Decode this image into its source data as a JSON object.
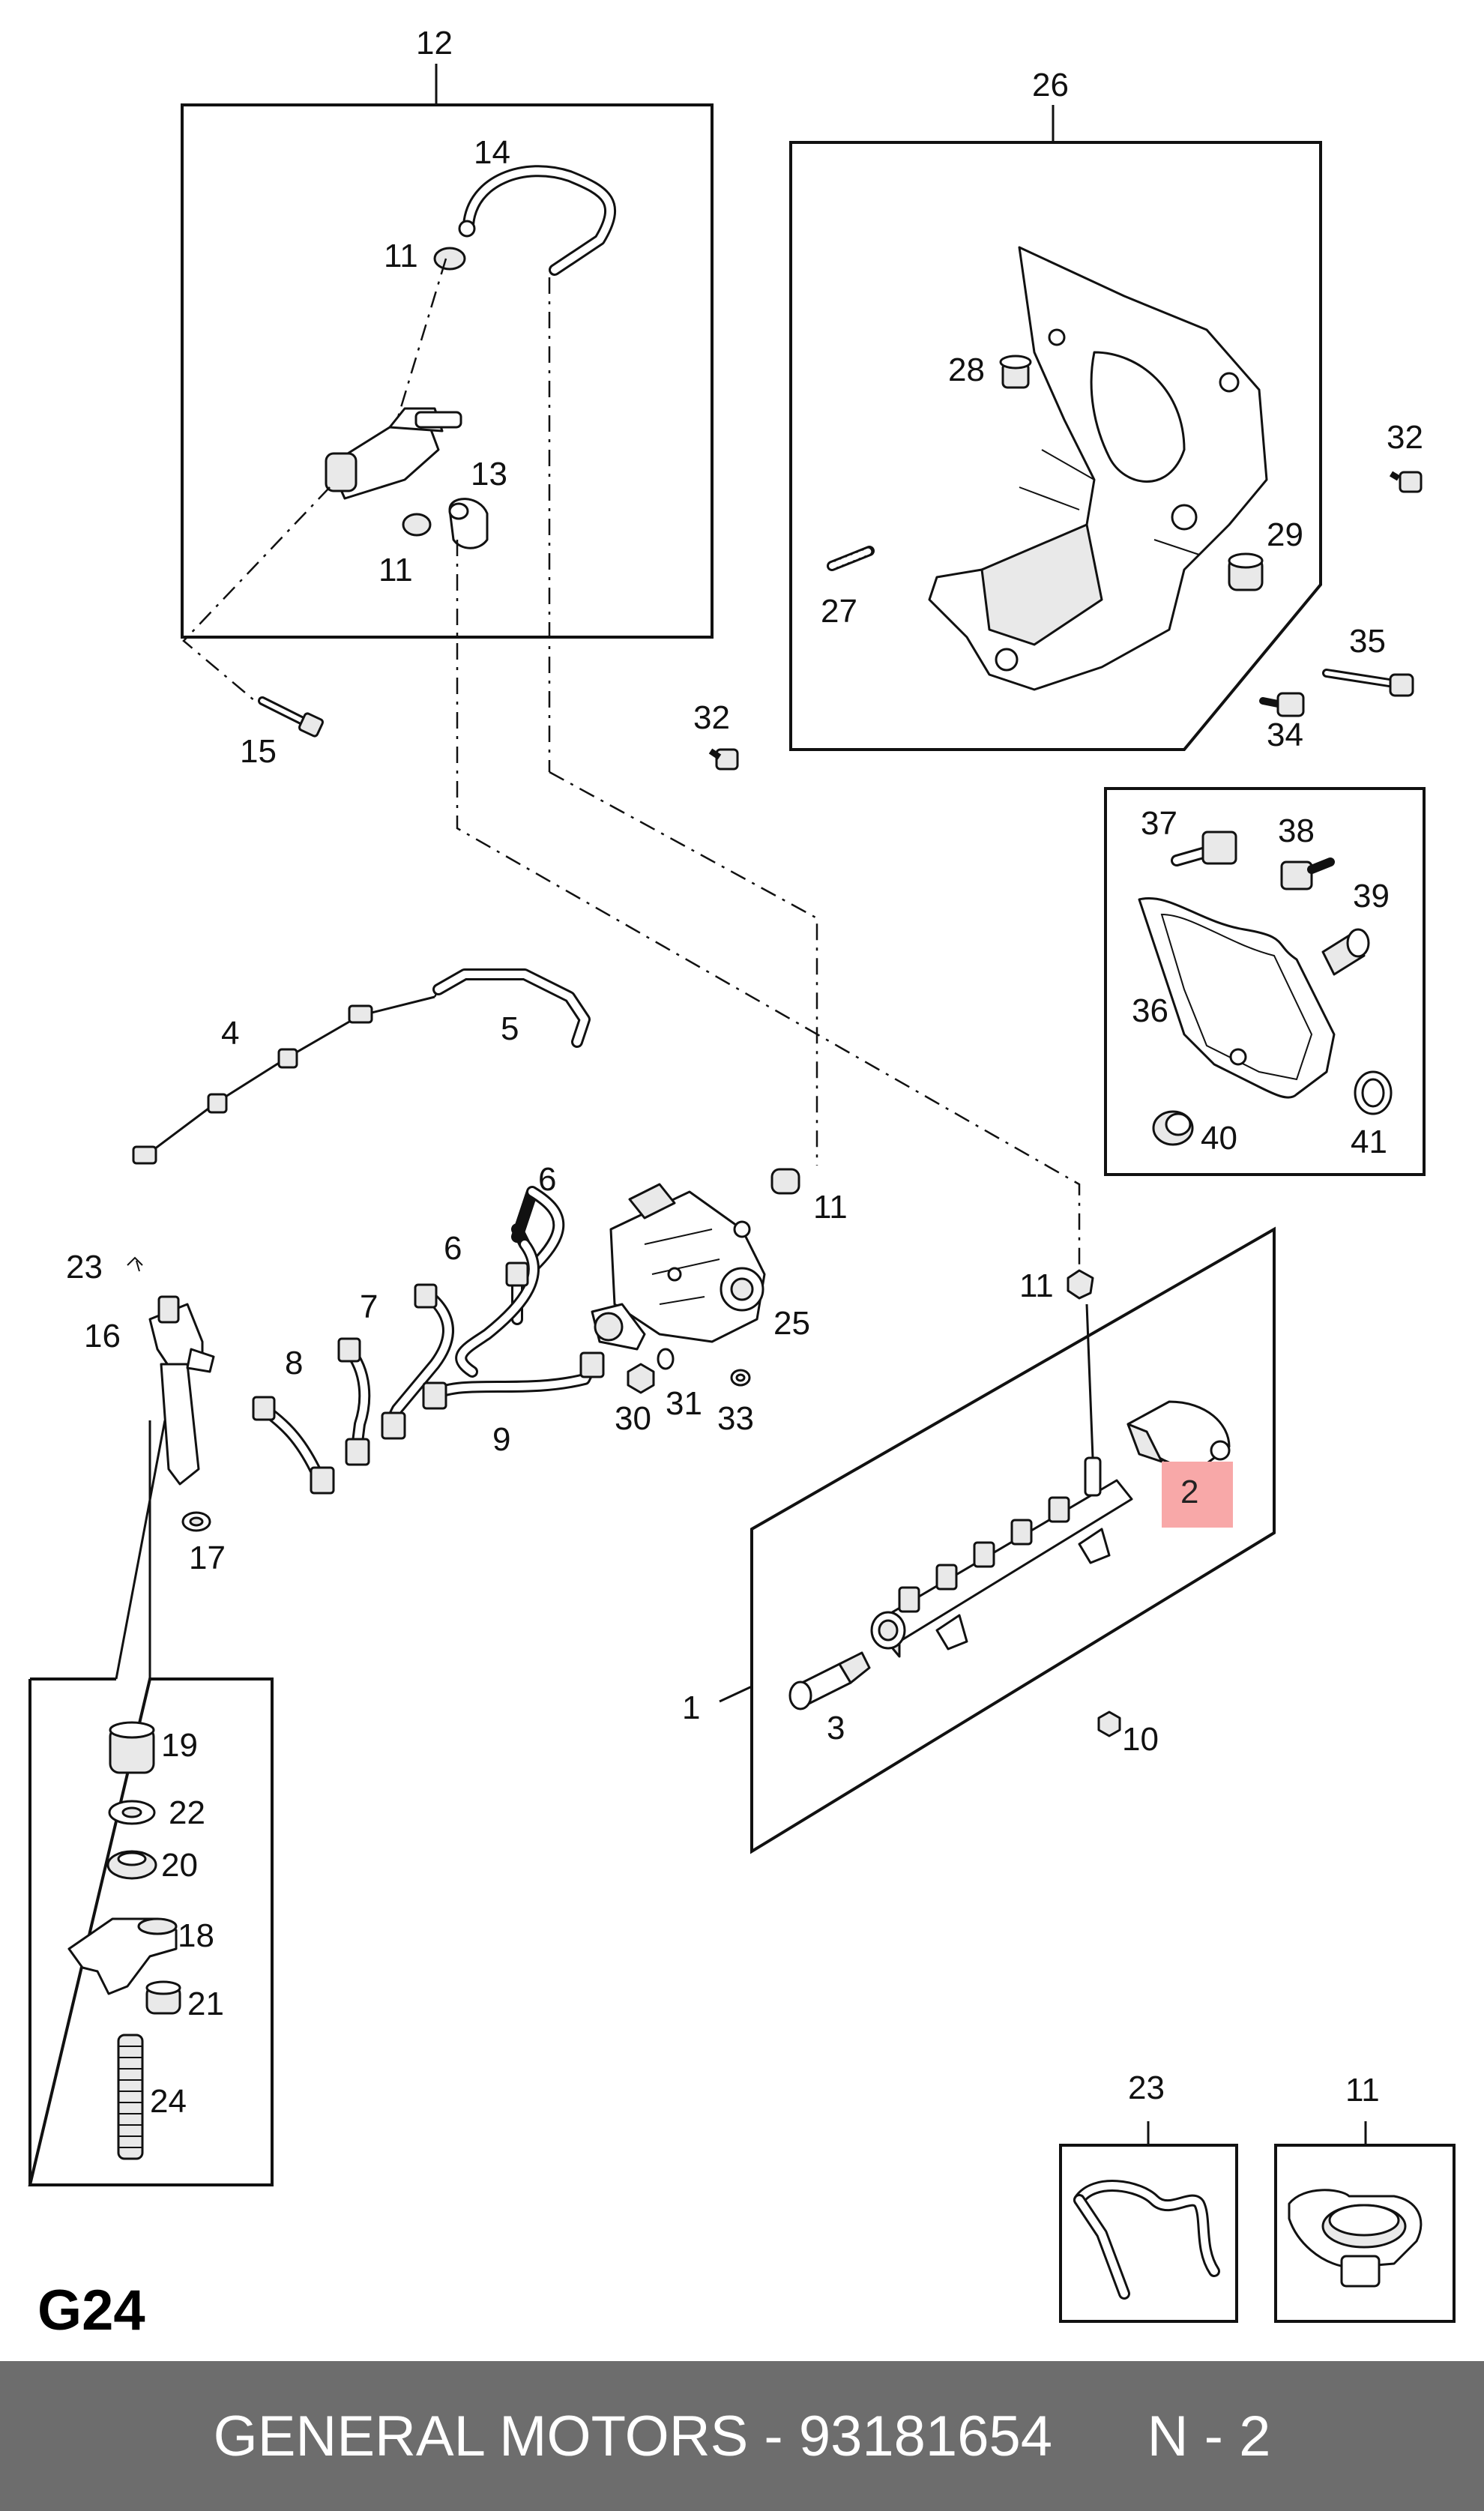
{
  "diagram": {
    "section_code": "G24",
    "highlight_color": "#f8a8a8",
    "highlighted_label": "2",
    "labels": {
      "l1": "1",
      "l2": "2",
      "l3": "3",
      "l4": "4",
      "l5": "5",
      "l6a": "6",
      "l6b": "6",
      "l7": "7",
      "l8": "8",
      "l9": "9",
      "l10": "10",
      "l11a": "11",
      "l11b": "11",
      "l11c": "11",
      "l11d": "11",
      "l11e": "11",
      "l12": "12",
      "l13": "13",
      "l14": "14",
      "l15": "15",
      "l16": "16",
      "l17": "17",
      "l18": "18",
      "l19": "19",
      "l20": "20",
      "l21": "21",
      "l22": "22",
      "l23a": "23",
      "l23b": "23",
      "l24": "24",
      "l25": "25",
      "l26": "26",
      "l27": "27",
      "l28": "28",
      "l29": "29",
      "l30": "30",
      "l31": "31",
      "l32a": "32",
      "l32b": "32",
      "l33": "33",
      "l34": "34",
      "l35": "35",
      "l36": "36",
      "l37": "37",
      "l38": "38",
      "l39": "39",
      "l40": "40",
      "l41": "41"
    }
  },
  "footer": {
    "text": "GENERAL MOTORS - 93181654      N - 2",
    "background": "#6d6d6d",
    "text_color": "#ffffff"
  }
}
